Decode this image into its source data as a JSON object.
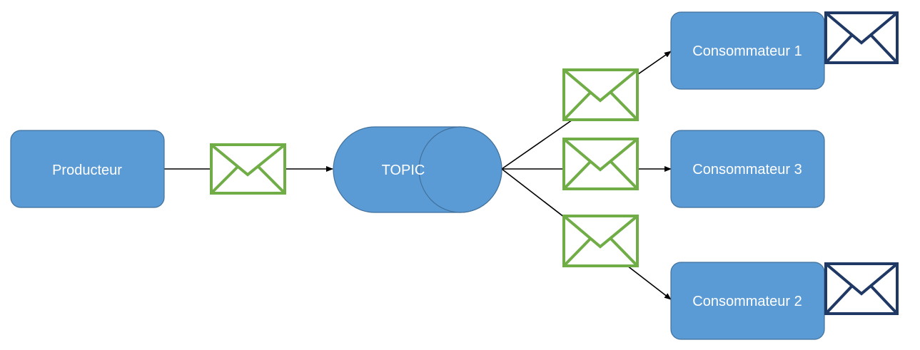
{
  "diagram": {
    "nodes": {
      "producer": {
        "label": "Producteur"
      },
      "topic": {
        "label": "TOPIC"
      },
      "consumer1": {
        "label": "Consommateur 1"
      },
      "consumer3": {
        "label": "Consommateur 3"
      },
      "consumer2": {
        "label": "Consommateur 2"
      }
    },
    "icons": {
      "message": "envelope-icon",
      "received_message": "envelope-icon"
    },
    "colors": {
      "node_fill": "#5b9bd5",
      "node_stroke": "#41719c",
      "message_envelope": "#70ad47",
      "received_envelope": "#1f3864",
      "arrow": "#000000"
    }
  }
}
